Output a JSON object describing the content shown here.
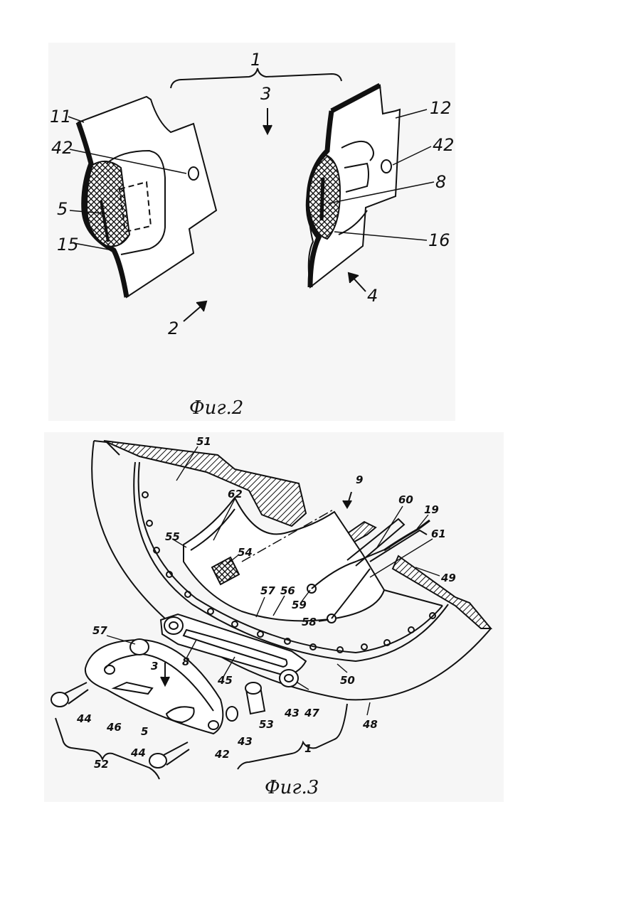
{
  "figure2": {
    "caption": "Фиг.2",
    "labels": {
      "l1": "1",
      "l3": "3",
      "l11": "11",
      "l42a": "42",
      "l5": "5",
      "l15": "15",
      "l2": "2",
      "l12": "12",
      "l42b": "42",
      "l8": "8",
      "l16": "16",
      "l4": "4"
    }
  },
  "figure3": {
    "caption": "Фиг.3",
    "labels": {
      "l51": "51",
      "l62": "62",
      "l9": "9",
      "l60": "60",
      "l19": "19",
      "l61": "61",
      "l55": "55",
      "l54": "54",
      "l49": "49",
      "l57a": "57",
      "l56": "56",
      "l59": "59",
      "l58": "58",
      "l57b": "57",
      "l3": "3",
      "l8": "8",
      "l45": "45",
      "l50": "50",
      "l44a": "44",
      "l46": "46",
      "l5": "5",
      "l53": "53",
      "l43a": "43",
      "l47": "47",
      "l48": "48",
      "l43b": "43",
      "l42": "42",
      "l1": "1",
      "l52": "52",
      "l44b": "44"
    }
  }
}
